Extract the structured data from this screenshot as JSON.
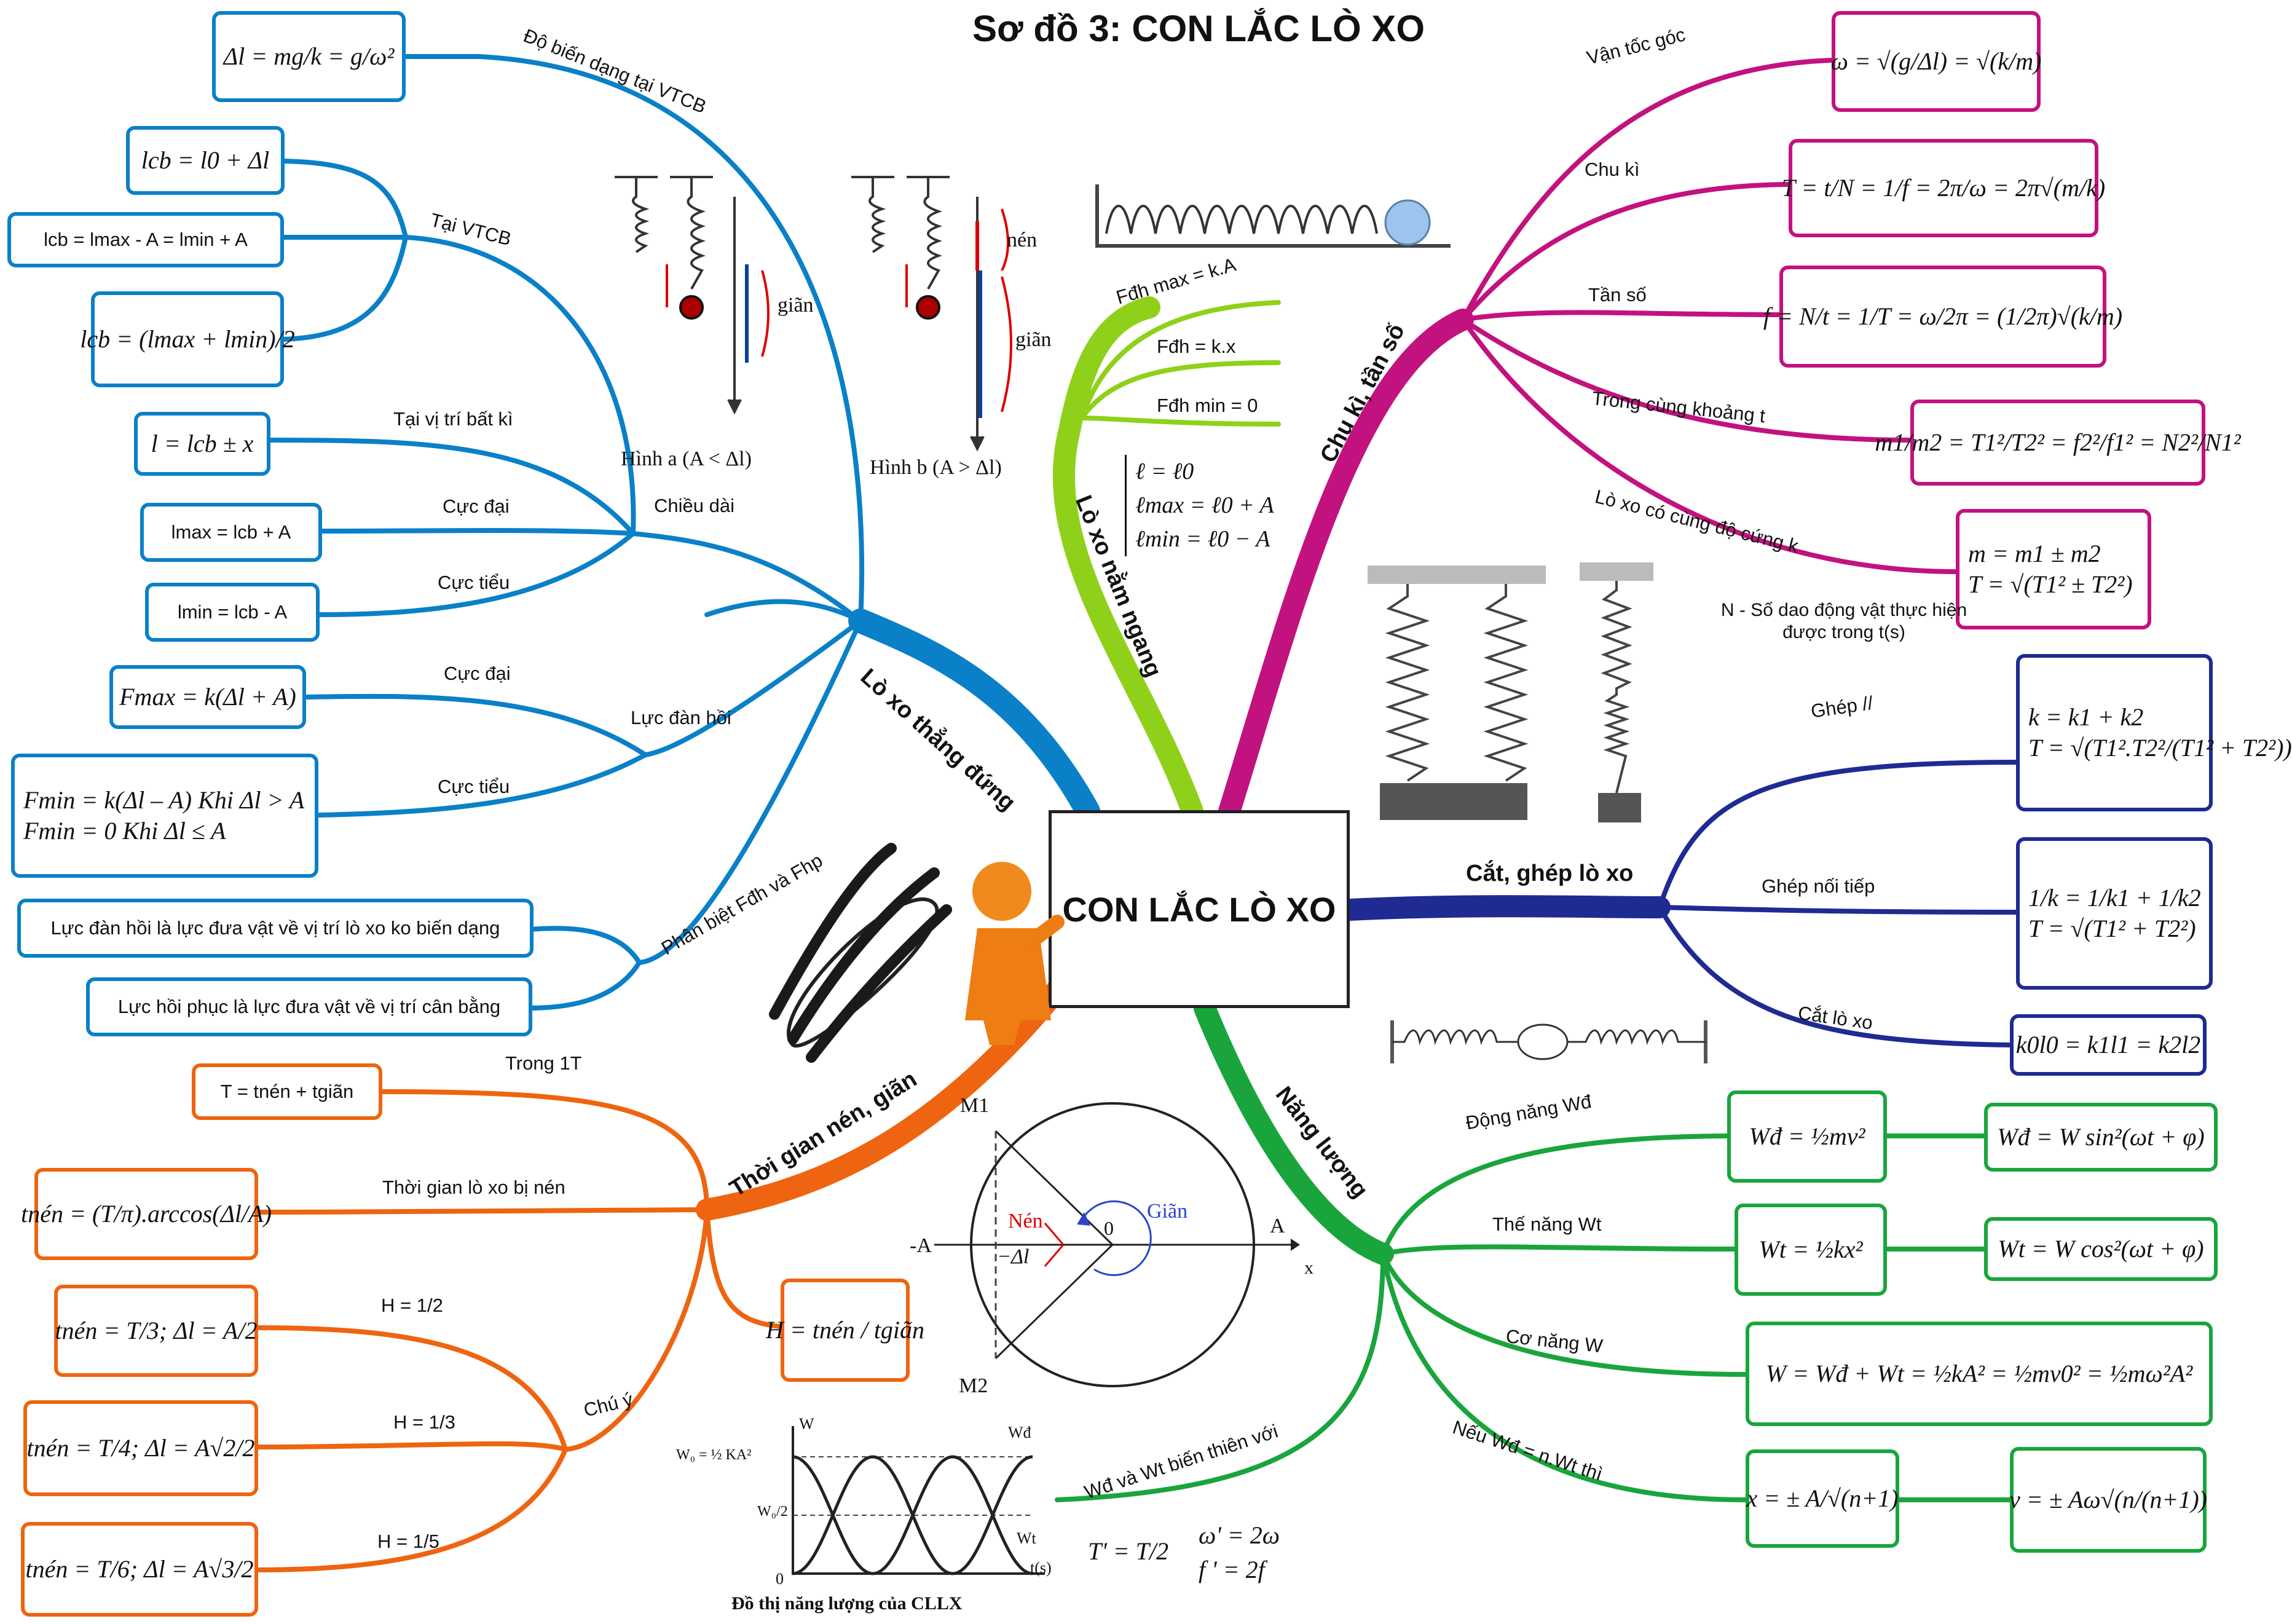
{
  "title": "Sơ đồ 3: CON LẮC LÒ XO",
  "center": "CON LẮC LÒ XO",
  "branches": {
    "vertical": "Lò xo thẳng đứng",
    "horizontal": "Lò xo nằm ngang",
    "period": "Chu kì, tần số",
    "combine": "Cắt, ghép lò xo",
    "energy": "Năng lượng",
    "time": "Thời gian nén, giãn"
  },
  "vertical": {
    "deform_label": "Độ biến dạng tại VTCB",
    "deform_formula": "Δl = mg/k = g/ω²",
    "vtcb_label": "Tại VTCB",
    "vtcb_f1": "lcb = l0 + Δl",
    "vtcb_f2": "lcb = lmax - A = lmin + A",
    "vtcb_f3": "lcb = (lmax + lmin)/2",
    "anypos_label": "Tại vị trí bất kì",
    "anypos_formula": "l = lcb ± x",
    "length_label": "Chiều dài",
    "max_label": "Cực đại",
    "max_formula": "lmax = lcb + A",
    "min_label": "Cực tiểu",
    "min_formula": "lmin = lcb - A",
    "force_label": "Lực đàn hồi",
    "fmax_label": "Cực đại",
    "fmax_formula": "Fmax = k(Δl + A)",
    "fmin_label": "Cực tiểu",
    "fmin_formula1": "Fmin = k(Δl – A) Khi Δl > A",
    "fmin_formula2": "Fmin = 0 Khi Δl ≤ A",
    "diff_label": "Phân biệt Fđh và Fhp",
    "diff1": "Lực đàn hồi là lực đưa vật về vị trí lò xo ko biến dạng",
    "diff2": "Lực hồi phục là lực đưa vật về vị trí cân bằng",
    "fig_a": "Hình a (A < Δl)",
    "fig_b": "Hình b (A > Δl)",
    "fig_gian": "giãn",
    "fig_nen": "nén",
    "fig_gian2": "giãn"
  },
  "horizontal": {
    "f1": "Fđh max = k.A",
    "f2": "Fđh = k.x",
    "f3": "Fđh min = 0",
    "l1": "ℓ = ℓ0",
    "l2": "ℓmax = ℓ0 + A",
    "l3": "ℓmin = ℓ0 − A"
  },
  "period": {
    "omega_label": "Vận tốc góc",
    "omega": "ω = √(g/Δl) = √(k/m)",
    "T_label": "Chu kì",
    "T": "T = t/N = 1/f = 2π/ω = 2π√(m/k)",
    "f_label": "Tần số",
    "f": "f = N/t = 1/T = ω/2π = (1/2π)√(k/m)",
    "same_t_label": "Trong cùng khoảng t",
    "same_t": "m1/m2 = T1²/T2² = f2²/f1² = N2²/N1²",
    "same_k_label": "Lò xo có cùng độ cứng k",
    "same_k1": "m = m1 ± m2",
    "same_k2": "T = √(T1² ± T2²)",
    "note": "N - Số dao động vật thực hiện được trong t(s)"
  },
  "combine": {
    "par_label": "Ghép //",
    "par1": "k = k1 + k2",
    "par2": "T = √(T1².T2²/(T1² + T2²))",
    "ser_label": "Ghép nối tiếp",
    "ser1": "1/k = 1/k1 + 1/k2",
    "ser2": "T = √(T1² + T2²)",
    "cut_label": "Cắt lò xo",
    "cut": "k0l0 = k1l1 = k2l2"
  },
  "energy": {
    "kin_label": "Động năng Wđ",
    "kin1": "Wđ = ½mv²",
    "kin2": "Wđ = W sin²(ωt + φ)",
    "pot_label": "Thế năng Wt",
    "pot1": "Wt = ½kx²",
    "pot2": "Wt = W cos²(ωt + φ)",
    "mech_label": "Cơ năng W",
    "mech": "W = Wđ + Wt = ½kA² = ½mv0² = ½mω²A²",
    "ratio_label": "Nếu Wđ = n.Wt thì",
    "ratio1": "x = ± A/√(n+1)",
    "ratio2": "v = ± Aω√(n/(n+1))",
    "vary_label": "Wđ và Wt biến thiên với",
    "vary1": "T' = T/2",
    "vary2": "ω' = 2ω",
    "vary3": "f ' = 2f",
    "graph_title": "Đồ thị năng lượng của CLLX",
    "graph_w0": "W₀ = ½ KA²",
    "graph_w0h": "W₀/2",
    "graph_w": "W",
    "graph_wd": "Wđ",
    "graph_wt": "Wt",
    "graph_t": "t(s)",
    "graph_zero": "0"
  },
  "time": {
    "inT_label": "Trong 1T",
    "inT": "T = tnén + tgiãn",
    "comp_label": "Thời gian lò xo bị nén",
    "comp": "tnén = (T/π).arccos(Δl/A)",
    "H": "H = tnén / tgiãn",
    "note_label": "Chú ý",
    "h2_label": "H = 1/2",
    "h2": "tnén = T/3; Δl = A/2",
    "h3_label": "H = 1/3",
    "h3": "tnén = T/4; Δl = A√2/2",
    "h5_label": "H = 1/5",
    "h5": "tnén = T/6; Δl = A√3/2",
    "circle_nen": "Nén",
    "circle_gian": "Giãn",
    "circle_M1": "M1",
    "circle_M2": "M2",
    "circle_minusA": "-A",
    "circle_A": "A",
    "circle_minusdl": "−Δl",
    "circle_zero": "0",
    "circle_x": "x"
  },
  "colors": {
    "blue": "#0a80c8",
    "green_light": "#8fd11a",
    "magenta": "#c2127f",
    "navy": "#1f2a93",
    "green": "#19a53c",
    "orange": "#ee6410"
  }
}
